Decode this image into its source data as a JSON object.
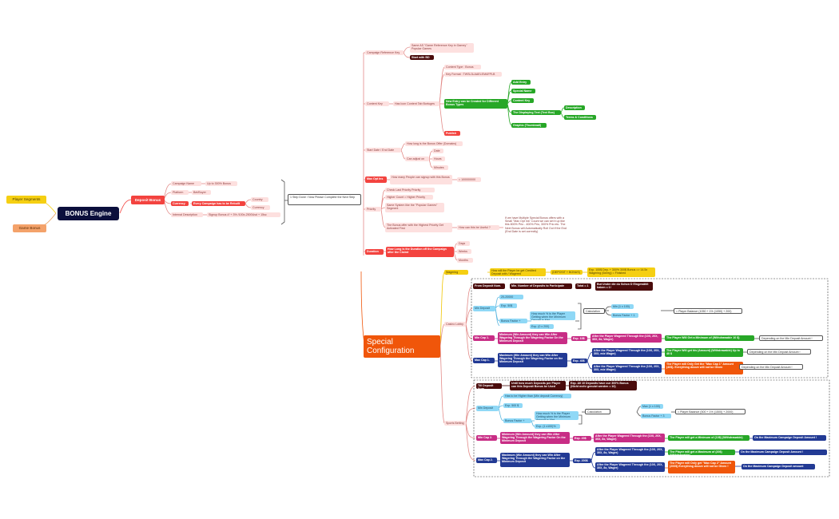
{
  "root": {
    "label": "BONUS Engine"
  },
  "left": {
    "player_segments": "Player Segments",
    "game_bonus": "Game Bonus"
  },
  "deposit_bonus": {
    "label": "Deposit Bonus",
    "campaign_name": "Campaign Name",
    "campaign_name_value": "Up to 300% Bonus",
    "platform": "Platform",
    "platform_value": "Bet/Buyer",
    "currency": "Currency",
    "currency_value": "Every Campaign has to be Rebuilt",
    "internal_description": "Internal Description",
    "internal_description_value": "Signup Bonus /// + 3% /100x-2500Usd + 15sc",
    "country": "Country",
    "currency2": "Currency",
    "step_note": "1 Step Done / Now Please Complete the Next Step"
  },
  "branches": {
    "campaign_ref": {
      "label": "Campaign Reference Key",
      "value": "Same AS \"Game Reference Key in Gamey\" Popular Games",
      "start": "Start with BD"
    },
    "content_key": {
      "label": "Content Key",
      "note": "Has Icon Content Tab Bortuges",
      "content_type": "Content Type : Bonus",
      "key_format": "Key Format : TWSL3LAAELEMAFPLB",
      "new_entry": "New Entry can be Created for Different Bonus Types",
      "add_entry": "Add Entry",
      "special_name": "Special Name",
      "content_key2": "Content Key",
      "displaying": "The Displaying Text (Text Box)",
      "graphic": "Graphic (Thumbnail)",
      "description": "Description",
      "terms": "Terms & Conditions",
      "publish": "Publish"
    },
    "start_date": {
      "label": "Start Date / End Date",
      "q": "How long is the Bonus Offer (Domains)",
      "sub": "Can adjust on",
      "opts": [
        "Date",
        "Hours",
        "Minutes"
      ]
    },
    "max_opt_ins": {
      "label": "Max Opt Ins",
      "q": "How many People can signup with this Bonus",
      "value": "= 100000000"
    },
    "priority": {
      "label": "Priority",
      "items": [
        "Check Last Priority Priority",
        "Higher Count = Higher Priority",
        "Same System like the \"Popular Games\" Segment",
        "The Bonus offer with the Highest Priority Get Activated First"
      ],
      "q": "How can this be Useful ?",
      "answer": "If we have Multiple Special Bonus offers with a Small \"Max Opt Ins\" Count we can set it up like this 800% Prio - 400% Prio, 300% Prio etc. The Next Bonus will Automatically Roll Out if the End (End Date is set correctly)"
    },
    "duration": {
      "label": "Duration",
      "q": "How Long is the Duration off the Campaign after the Claimt",
      "opts": [
        "Days",
        "Weeks",
        "Months"
      ]
    }
  },
  "special": {
    "label": "Special Configuration",
    "wagering_factor": "Wagering Factor",
    "wagering_desc": "How will the Player be get Credited Deposit with / Wagered",
    "wagering_formula": "(DEPOSIT + BONUS)",
    "wagering_example": "Exp. 100$ Dep. + 300% 300$ Bonus => 14.5x Wagering (6x/reg) = Finished",
    "casino_lobby": "Casino Lobby",
    "sports_betting": "Sports Betting",
    "casino": {
      "from_deposit": "From Deposit Num.",
      "min_deposits": "Min. Number of Deposits to Participate",
      "total": "Total = 1",
      "but_under": "But Under die du Schon D Eingewählt haben = 1!",
      "min_deposit": "Min Deposit",
      "min_items": [
        "20-20000",
        "Exp. 50$",
        "Bonus Factor +",
        "Exp. (0 x 200)"
      ],
      "bonus_q": "How much % is the Player Getting when the Minimum Deposit is Met",
      "calculation": "Calculation",
      "calc_items": [
        "Min (1 x 100)",
        "Bonus Factor + 1"
      ],
      "calc_result": "= Player Balance (1050 + 1% (1050) + 200)",
      "min_cap": "Min Cap 1.",
      "min_cap_desc": "Minimum (Win Amount) they can Win After Wagering Through the Wagering Factor On the Minimum Deposit",
      "min_cap_exp": "Exp. 10$",
      "min_cap_after": "After the Player Wagered Through the (10X, 20X, 30X, 8x, Wager)",
      "min_cap_result": "The Player Will Get a Minimum of (Withdrawable 10 $)",
      "min_cap_dep": "Depending on the Min Deposit Amount !",
      "max_cap": "Max Cap 1.",
      "max_cap_desc": "Maximum (Win Amount) they can Win After Wagering Through the Wagering Factor on the Minimum Deposit",
      "max_cap_exp": "Exp. 40$",
      "max_cap_after1": "After the Player Wagered Through the (10X, 20X, 30X, mix Wager)",
      "max_cap_result1": "The Player Will get his (Amount) (Withdrawable) Up to 40 $",
      "max_cap_dep1": "Depending on the Min Deposit Amount !",
      "max_cap_after2": "After the Player Wagered Through the (10X, 20X, 30X, mix Wager)",
      "max_cap_result2": "The Player will Only Get the \"Max Cap 1\" Amount (40$). Everything Above will not be Given",
      "max_cap_dep2": "Depending on the Min Deposit Amount !"
    },
    "sports": {
      "till_deposit": "Till Deposit Num.",
      "till_desc": "Until how much Deposits per Player can this Deposit Bonus be Used",
      "till_exp": "Exp. All 10 Deposits have our 300% Bonus (Nicht mehr genutzt werden = 10)",
      "min_deposit": "Min Deposit",
      "min_items": [
        "Has to be Higher than (Min deposit Currency)",
        "Exp. 500 $",
        "Bonus Factor +",
        "Exp. (1 x100)%"
      ],
      "bonus_q": "How much % is the Player Getting when the Minimum Amount is Met",
      "calculation": "Calculation",
      "calc_items": [
        "Max (1 x 100)",
        "Bonus Factor + 3"
      ],
      "calc_result": "= Player Balance (500 + 1% (1500) + 2000)",
      "min_cap": "Min Cap 2.",
      "min_cap_desc": "Minimum (Win Amount) they can Win After Wagering Through the Wagering Factor On the Minimum Deposit",
      "min_cap_exp": "Exp. 20$",
      "min_cap_after": "After the Player Wagered Through the (10X, 20X, 30X, 8x, Wager)",
      "min_cap_result": "The Player will get a Minimum of (10$) (Withdrawable)",
      "min_cap_dep": "On the Maximum Campaign Deposit Amount !",
      "max_cap": "Max Cap 2.",
      "max_cap_desc": "Maximum (Win Amount) they can Win After Wagering Through the Wagering Factor on the Minimum Deposit",
      "max_cap_exp": "Exp. 200$",
      "max_cap_after1": "After the Player Wagered Through the (10X, 20X, 30X, 8x, Wager)",
      "max_cap_result1": "The Player will get a Maximum of (20$) (Withdrawable)",
      "max_cap_dep1": "On the Maximum Campaign Deposit Amount !",
      "max_cap_after2": "After the Player Wagered Through the (10X, 20X, 30X, 8x, Wager)",
      "max_cap_result2": "The Player will Only get \"Max Cap 2\" Amount (200$) Everything Above will not be Given !",
      "max_cap_dep2": "On the Maximum Campaign Deposit amount"
    }
  }
}
